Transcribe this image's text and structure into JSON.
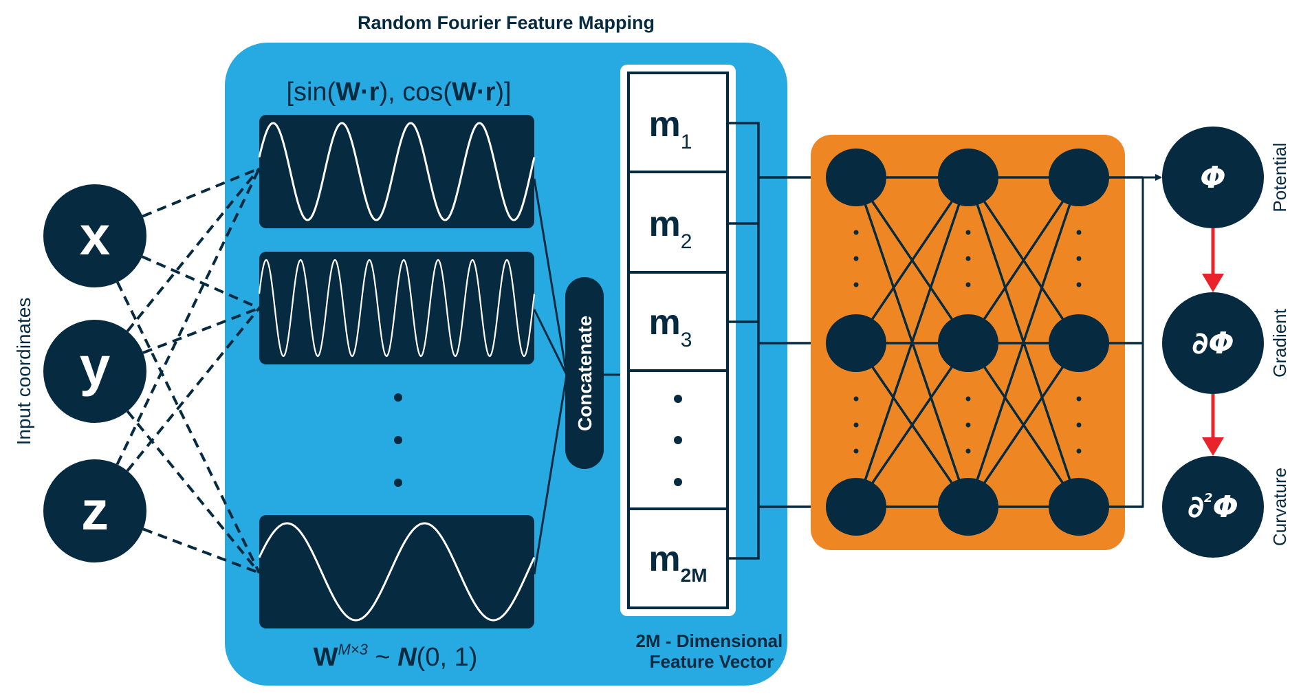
{
  "title": "Random Fourier Feature Mapping",
  "colors": {
    "navy": "#062a40",
    "blue": "#27a9e1",
    "orange": "#ee8723",
    "red": "#e8232a",
    "white": "#ffffff"
  },
  "inputs": {
    "label": "Input coordinates",
    "nodes": [
      {
        "id": "x",
        "label": "x"
      },
      {
        "id": "y",
        "label": "y"
      },
      {
        "id": "z",
        "label": "z"
      }
    ]
  },
  "fourier": {
    "formula_prefix": "[sin(",
    "formula_w1": "W·r",
    "formula_mid": "), cos(",
    "formula_w2": "W·r",
    "formula_suffix": ")]",
    "waves": [
      {
        "name": "wave-low-frequency",
        "cycles": 4
      },
      {
        "name": "wave-high-frequency",
        "cycles": 8
      },
      {
        "name": "wave-lowest-frequency",
        "cycles": 2
      }
    ],
    "ellipsis": "⋮",
    "dist_w": "W",
    "dist_sup": "M×3",
    "dist_tilde": " ~ ",
    "dist_n": "N",
    "dist_args": "(0, 1)"
  },
  "concatenate": {
    "label": "Concatenate"
  },
  "feature_vector": {
    "cells": [
      {
        "base": "m",
        "sub": "1"
      },
      {
        "base": "m",
        "sub": "2"
      },
      {
        "base": "m",
        "sub": "3"
      },
      {
        "base": "",
        "sub": "",
        "ellipsis": true
      },
      {
        "base": "m",
        "sub": "2M"
      }
    ],
    "caption_line1": "2M - Dimensional",
    "caption_line2": "Feature Vector"
  },
  "network": {
    "layers": 3,
    "nodes_per_layer_shown": 3
  },
  "outputs": [
    {
      "symbol": "Φ",
      "prefix": "",
      "sup": "",
      "label": "Potential"
    },
    {
      "symbol": "Φ",
      "prefix": "∂",
      "sup": "",
      "label": "Gradient"
    },
    {
      "symbol": "Φ",
      "prefix": "∂",
      "sup": "2",
      "label": "Curvature"
    }
  ]
}
